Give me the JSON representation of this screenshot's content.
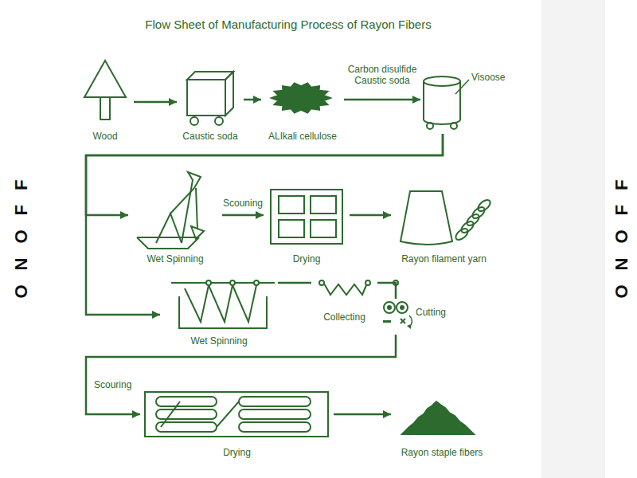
{
  "diagram": {
    "title": "Flow Sheet of Manufacturing Process of Rayon Fibers",
    "nodes": [
      {
        "text": [
          "Wood"
        ]
      },
      {
        "text": [
          "Caustic soda"
        ]
      },
      {
        "text": [
          "ALIkali cellulose"
        ]
      },
      {
        "text": [
          "Visoose"
        ]
      },
      {
        "text": [
          "Wet Spinning"
        ]
      },
      {
        "text": [
          "Drying"
        ]
      },
      {
        "text": [
          "Rayon filament yarn"
        ]
      },
      {
        "text": [
          "Wet Spinning"
        ]
      },
      {
        "text": [
          "Collecting"
        ]
      },
      {
        "text": [
          "Cutting"
        ]
      },
      {
        "text": [
          "Drying"
        ]
      },
      {
        "text": [
          "Rayon staple fibers"
        ]
      }
    ],
    "edges": [
      {
        "from": 0,
        "to": 1,
        "arrow": "to"
      },
      {
        "from": 1,
        "to": 2,
        "arrow": "to"
      },
      {
        "from": 2,
        "to": 3,
        "label": "Carbon disulfide Caustic soda",
        "arrow": "to"
      },
      {
        "from": 3,
        "to": 4,
        "arrow": "to"
      },
      {
        "from": 3,
        "to": 7,
        "arrow": "to"
      },
      {
        "from": 4,
        "to": 5,
        "label": "Scouning",
        "arrow": "to"
      },
      {
        "from": 5,
        "to": 6,
        "arrow": "to"
      },
      {
        "from": 7,
        "to": 8,
        "arrow": "none"
      },
      {
        "from": 8,
        "to": 9,
        "arrow": "none"
      },
      {
        "from": 9,
        "to": 10,
        "label": "Scouring",
        "arrow": "to"
      },
      {
        "from": 10,
        "to": 11,
        "arrow": "to"
      }
    ],
    "labels": [
      "ONOFF",
      "ONOFF"
    ]
  }
}
